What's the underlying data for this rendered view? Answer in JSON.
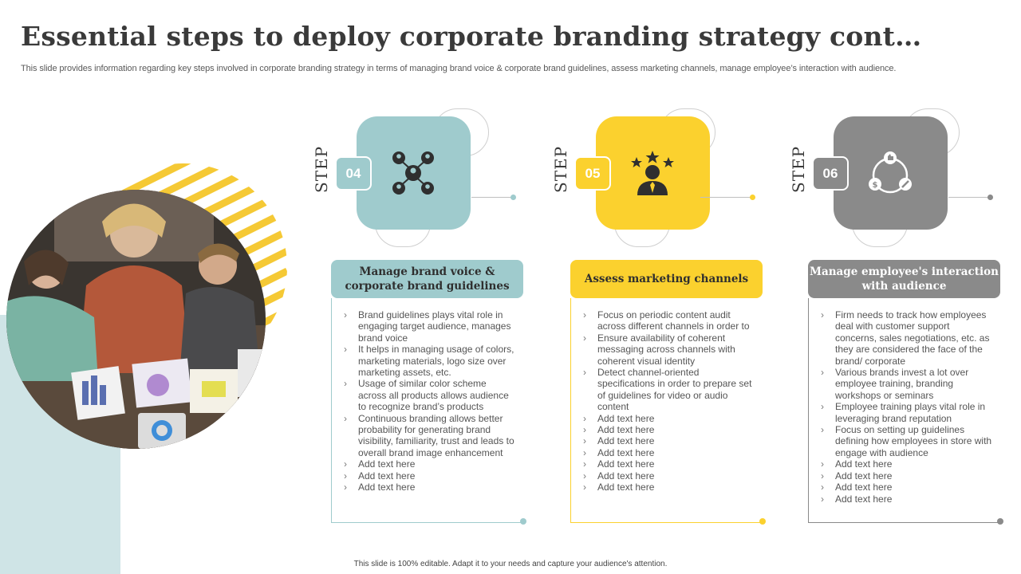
{
  "title": "Essential steps to deploy corporate branding strategy cont…",
  "subtitle": "This slide provides information regarding key steps involved in corporate branding strategy in terms of managing brand voice & corporate brand guidelines, assess marketing channels, manage employee’s interaction with audience.",
  "footer": "This slide is 100% editable.  Adapt it to your needs and capture your audience's attention.",
  "colors": {
    "teal": "#9fcbcd",
    "yellow": "#fbd12e",
    "gray": "#8a8a8a"
  },
  "steps": [
    {
      "step_word": "STEP",
      "number": "04",
      "icon": "network-people-icon",
      "heading": "Manage brand voice & corporate brand guidelines",
      "bullets": [
        "Brand guidelines plays vital role in engaging target audience, manages brand voice",
        "It helps in managing usage of colors, marketing materials, logo size over marketing assets, etc.",
        "Usage of similar color scheme across all products allows audience to recognize brand’s products",
        "Continuous branding allows better probability for generating brand visibility, familiarity, trust and leads to overall brand image enhancement",
        "Add text here",
        "Add text here",
        "Add text here"
      ]
    },
    {
      "step_word": "STEP",
      "number": "05",
      "icon": "star-person-icon",
      "heading": "Assess marketing channels",
      "bullets": [
        "Focus on periodic content audit across different channels in order to",
        "Ensure availability of coherent messaging across channels with coherent visual identity",
        "Detect channel-oriented specifications in order to prepare set of guidelines for video or audio content",
        "Add text here",
        "Add text here",
        "Add text here",
        "Add text here",
        "Add text here",
        "Add text here",
        "Add text here"
      ]
    },
    {
      "step_word": "STEP",
      "number": "06",
      "icon": "cycle-icon",
      "heading": "Manage employee's interaction with audience",
      "bullets": [
        "Firm needs to track how employees deal with customer support concerns, sales negotiations, etc. as they are considered the face of the brand/ corporate",
        "Various brands invest a lot over employee training, branding workshops or seminars",
        "Employee training plays vital role in leveraging brand reputation",
        "Focus on setting up guidelines defining how employees in store with engage with audience",
        "Add text here",
        "Add text here",
        "Add text here",
        "Add text here"
      ]
    }
  ]
}
